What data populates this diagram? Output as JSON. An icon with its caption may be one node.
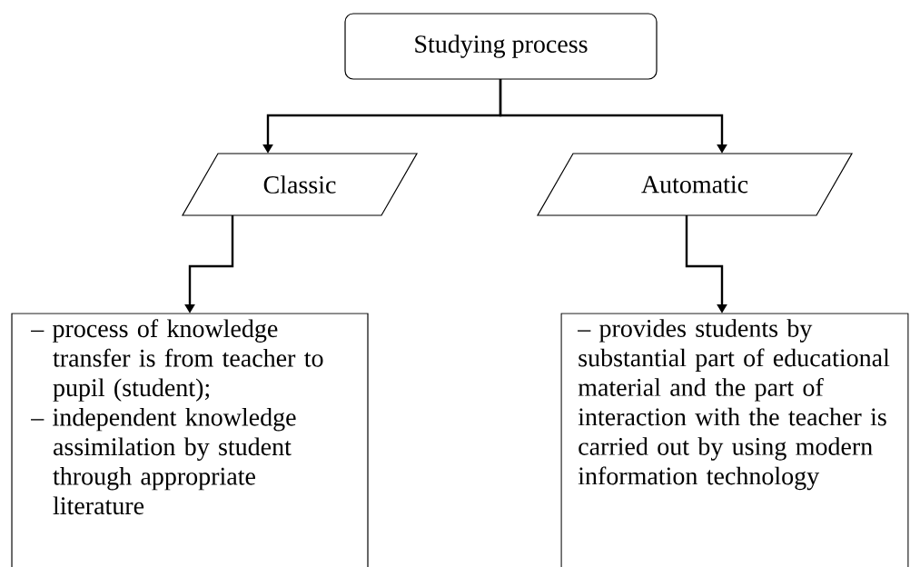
{
  "diagram": {
    "nodes": [
      {
        "text": [
          "Studying process"
        ]
      },
      {
        "text": [
          "Classic"
        ]
      },
      {
        "text": [
          "Automatic"
        ]
      },
      {
        "text": [
          "– process of knowledge transfer is from teacher to pupil (student);",
          "– independent knowledge assimilation by student through appropriate literature"
        ]
      },
      {
        "text": [
          "– provides students by substantial part of educational material and the part of interaction with the teacher is carried out by using modern information technology"
        ]
      }
    ],
    "edges": [
      {
        "from": 0,
        "to": 1,
        "arrow": "to"
      },
      {
        "from": 0,
        "to": 2,
        "arrow": "to"
      },
      {
        "from": 1,
        "to": 3,
        "arrow": "to"
      },
      {
        "from": 2,
        "to": 4,
        "arrow": "to"
      }
    ]
  }
}
